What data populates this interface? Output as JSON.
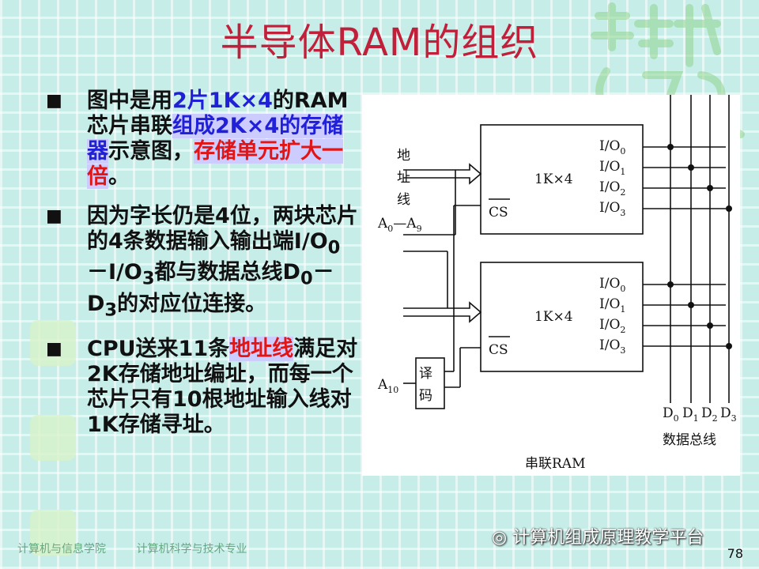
{
  "slide": {
    "title": "半导体RAM的组织",
    "page_number": "78",
    "footer_left_1": "计算机与信息学院",
    "footer_left_2": "计算机科学与技术专业",
    "wechat_source": "计算机组成原理教学平台"
  },
  "bullets": [
    {
      "parts": [
        "图中是用",
        "2片1K×4",
        "的RAM芯片串联",
        "组成2K×4的存储器",
        "示意图，",
        "存储单元扩大一倍",
        "。"
      ]
    },
    {
      "line1": "因为字长仍是4位，两块芯片的4条数据输入输出端I/O",
      "sub0": "0",
      "mid": "－I/O",
      "sub3": "3",
      "line2": "都与数据总线D",
      "d0": "0",
      "dash": "－D",
      "d3": "3",
      "end": "的对应位连接。"
    },
    {
      "parts": [
        "CPU送来11条",
        "地址线",
        "满足对2K存储地址编址，而每一个芯片只有10根地址输入线对1K存储寻址。"
      ]
    }
  ],
  "diagram": {
    "addr_label": [
      "地",
      "址",
      "线"
    ],
    "a0": "A",
    "a0_sub": "0",
    "a_dash": "—A",
    "a9_sub": "9",
    "a10": "A",
    "a10_sub": "10",
    "chip_label": "1K×4",
    "cs": "CS",
    "io": "I/O",
    "io_subs": [
      "0",
      "1",
      "2",
      "3"
    ],
    "decoder": [
      "译",
      "码"
    ],
    "data_bus_letters": [
      "D",
      "D",
      "D",
      "D"
    ],
    "data_bus_subs": [
      "0",
      "1",
      "2",
      "3"
    ],
    "data_bus_label": "数据总线",
    "caption": "串联RAM"
  },
  "colors": {
    "title": "#c0203a",
    "highlight_blue": "#2020d8",
    "highlight_red": "#e31414",
    "background": "#c6ede8"
  },
  "icons": [
    "wechat-icon",
    "bullet-square-icon"
  ]
}
